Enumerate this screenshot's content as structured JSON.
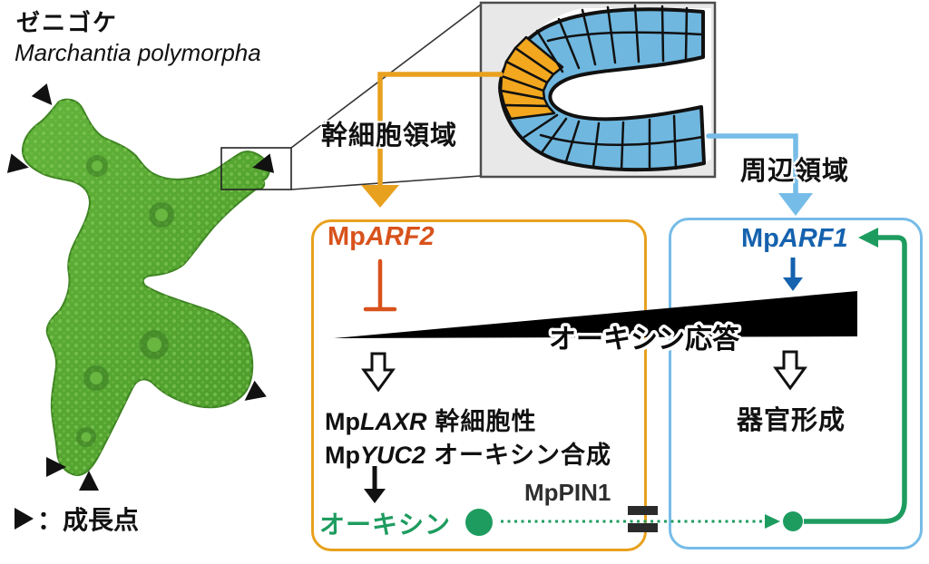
{
  "title": {
    "jp": "ゼニゴケ",
    "latin": "Marchantia polymorpha"
  },
  "growth_point_legend": {
    "colon": "：",
    "label": "成長点"
  },
  "magnified_view": {
    "stem_region_label": "幹細胞領域",
    "peripheral_region_label": "周辺領域"
  },
  "stem_region_box": {
    "gene_prefix": "Mp",
    "gene": "ARF2",
    "laxr_prefix": "Mp",
    "laxr_gene": "LAXR",
    "laxr_role": "幹細胞性",
    "yuc_prefix": "Mp",
    "yuc_gene": "YUC2",
    "yuc_role": "オーキシン合成",
    "auxin_label": "オーキシン"
  },
  "peripheral_region_box": {
    "gene_prefix": "Mp",
    "gene": "ARF1",
    "output_label": "器官形成"
  },
  "gradient_label": "オーキシン応答",
  "transporter_label": "MpPIN1",
  "colors": {
    "stem_accent_orange": "#E8A11E",
    "arf2_text_vermillion": "#D8521C",
    "peripheral_accent_blue": "#76BCE8",
    "arf1_text_blue": "#1562AE",
    "auxin_green": "#1E9C5F",
    "stem_cell_fill": "#F2A71F",
    "epidermal_cell_fill": "#6FB7DF",
    "gradient_wedge": "#000000"
  }
}
